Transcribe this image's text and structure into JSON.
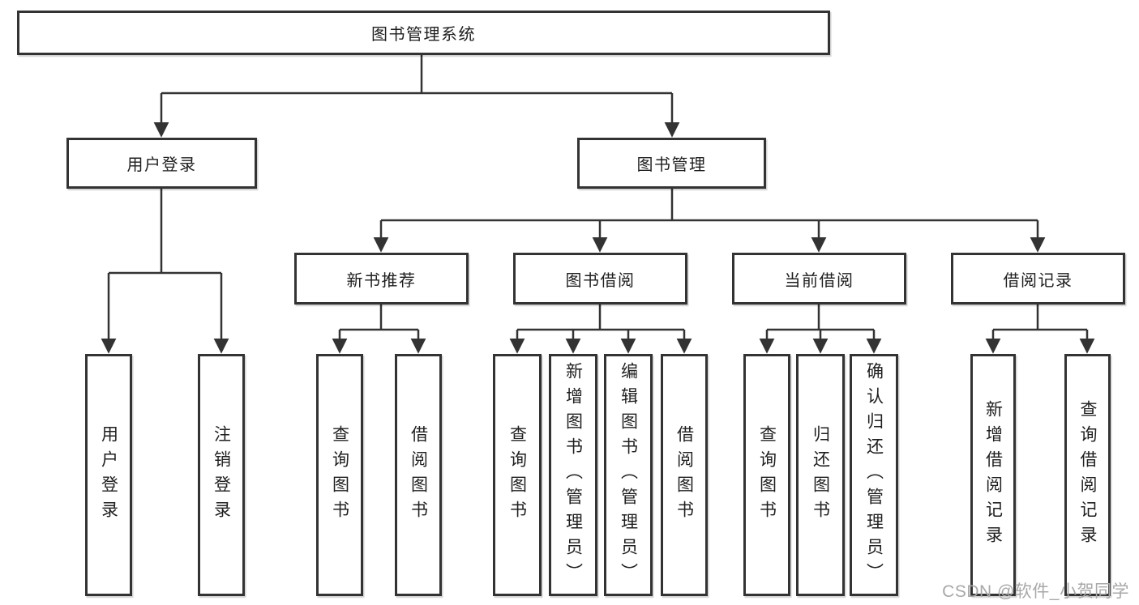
{
  "tree": {
    "label": "图书管理系统",
    "children": [
      {
        "label": "用户登录",
        "children": [
          {
            "label": "用户登录"
          },
          {
            "label": "注销登录"
          }
        ]
      },
      {
        "label": "图书管理",
        "children": [
          {
            "label": "新书推荐",
            "children": [
              {
                "label": "查询图书"
              },
              {
                "label": "借阅图书"
              }
            ]
          },
          {
            "label": "图书借阅",
            "children": [
              {
                "label": "查询图书"
              },
              {
                "label": "新增图书（管理员）"
              },
              {
                "label": "编辑图书（管理员）"
              },
              {
                "label": "借阅图书"
              }
            ]
          },
          {
            "label": "当前借阅",
            "children": [
              {
                "label": "查询图书"
              },
              {
                "label": "归还图书"
              },
              {
                "label": "确认归还（管理员）"
              }
            ]
          },
          {
            "label": "借阅记录",
            "children": [
              {
                "label": "新增借阅记录"
              },
              {
                "label": "查询借阅记录"
              }
            ]
          }
        ]
      }
    ]
  },
  "watermark": {
    "text": "CSDN @软件_小贺同学",
    "color": "#a8a8a8"
  },
  "colors": {
    "line": "#333333",
    "text": "#1f1f1f",
    "box_background": "#ffffff"
  }
}
